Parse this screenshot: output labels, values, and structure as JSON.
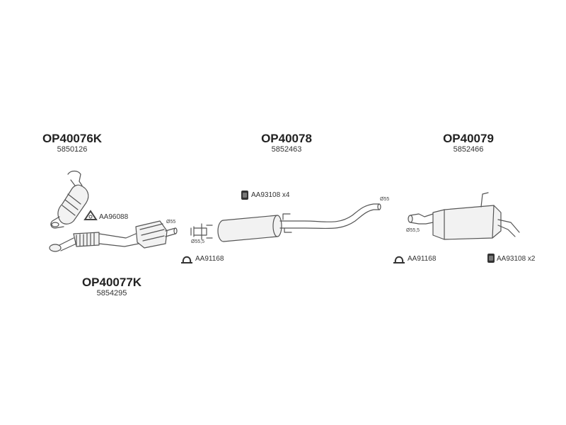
{
  "parts": [
    {
      "code": "OP40076K",
      "number": "5850126"
    },
    {
      "code": "OP40078",
      "number": "5852463"
    },
    {
      "code": "OP40079",
      "number": "5852466"
    },
    {
      "code": "OP40077K",
      "number": "5854295"
    }
  ],
  "accessories": [
    {
      "label": "AA96088",
      "icon": "gasket-icon"
    },
    {
      "label": "AA93108 x4",
      "icon": "rubber-mount-icon"
    },
    {
      "label": "AA91168",
      "icon": "clamp-icon"
    },
    {
      "label": "AA91168",
      "icon": "clamp-icon"
    },
    {
      "label": "AA93108 x2",
      "icon": "rubber-mount-icon"
    }
  ],
  "dimensions": [
    "Ø55",
    "Ø55,5",
    "Ø55",
    "Ø55,5"
  ],
  "colors": {
    "line": "#555555",
    "fill": "#f2f2f2",
    "text": "#222222"
  }
}
